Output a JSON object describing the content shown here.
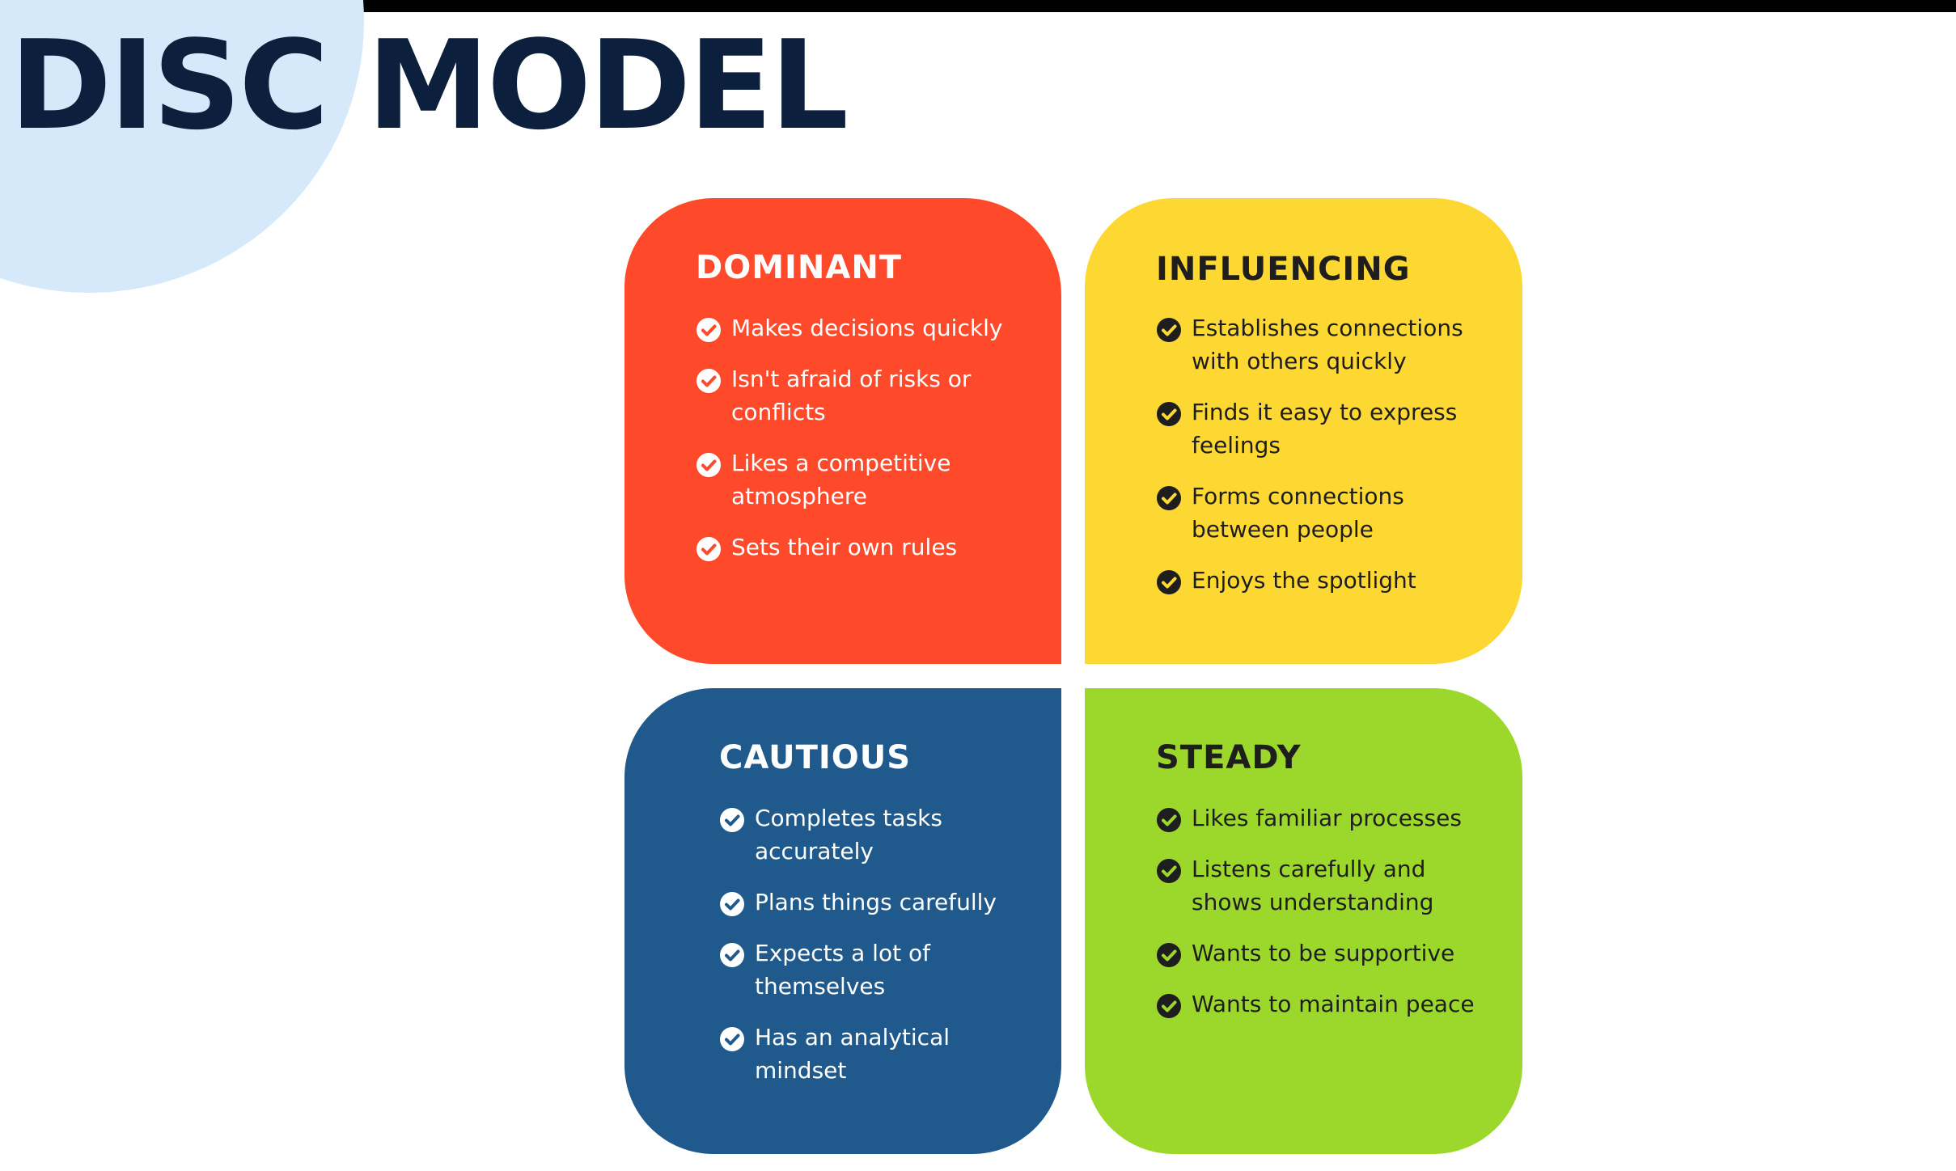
{
  "title": "DISC MODEL",
  "colors": {
    "title": "#0c1f3d",
    "background_circle": "#d6e9fb",
    "dominant": "#fe4a2b",
    "influencing": "#fed832",
    "cautious": "#205a8d",
    "steady": "#9cd82b"
  },
  "icons": {
    "bullet": "check-circle-icon"
  },
  "quadrants": [
    {
      "key": "dominant",
      "heading": "DOMINANT",
      "items": [
        "Makes decisions quickly",
        "Isn't afraid of risks or conflicts",
        "Likes a competitive atmosphere",
        "Sets their own rules"
      ]
    },
    {
      "key": "influencing",
      "heading": "INFLUENCING",
      "items": [
        "Establishes connections with others quickly",
        "Finds it easy to express feelings",
        "Forms connections between people",
        "Enjoys the spotlight"
      ]
    },
    {
      "key": "cautious",
      "heading": "CAUTIOUS",
      "items": [
        "Completes tasks accurately",
        "Plans things carefully",
        "Expects a lot of themselves",
        "Has an analytical mindset"
      ]
    },
    {
      "key": "steady",
      "heading": "STEADY",
      "items": [
        "Likes familiar processes",
        "Listens carefully and shows understanding",
        "Wants to be supportive",
        "Wants to maintain peace"
      ]
    }
  ]
}
